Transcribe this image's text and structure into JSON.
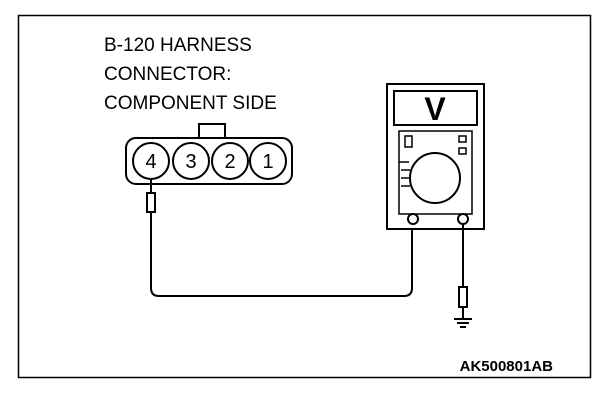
{
  "connector_label": {
    "line1": "B-120 HARNESS",
    "line2": "CONNECTOR:",
    "line3": "COMPONENT SIDE"
  },
  "pins": [
    "4",
    "3",
    "2",
    "1"
  ],
  "meter": {
    "display_symbol": "V"
  },
  "figure_code": "AK500801AB"
}
